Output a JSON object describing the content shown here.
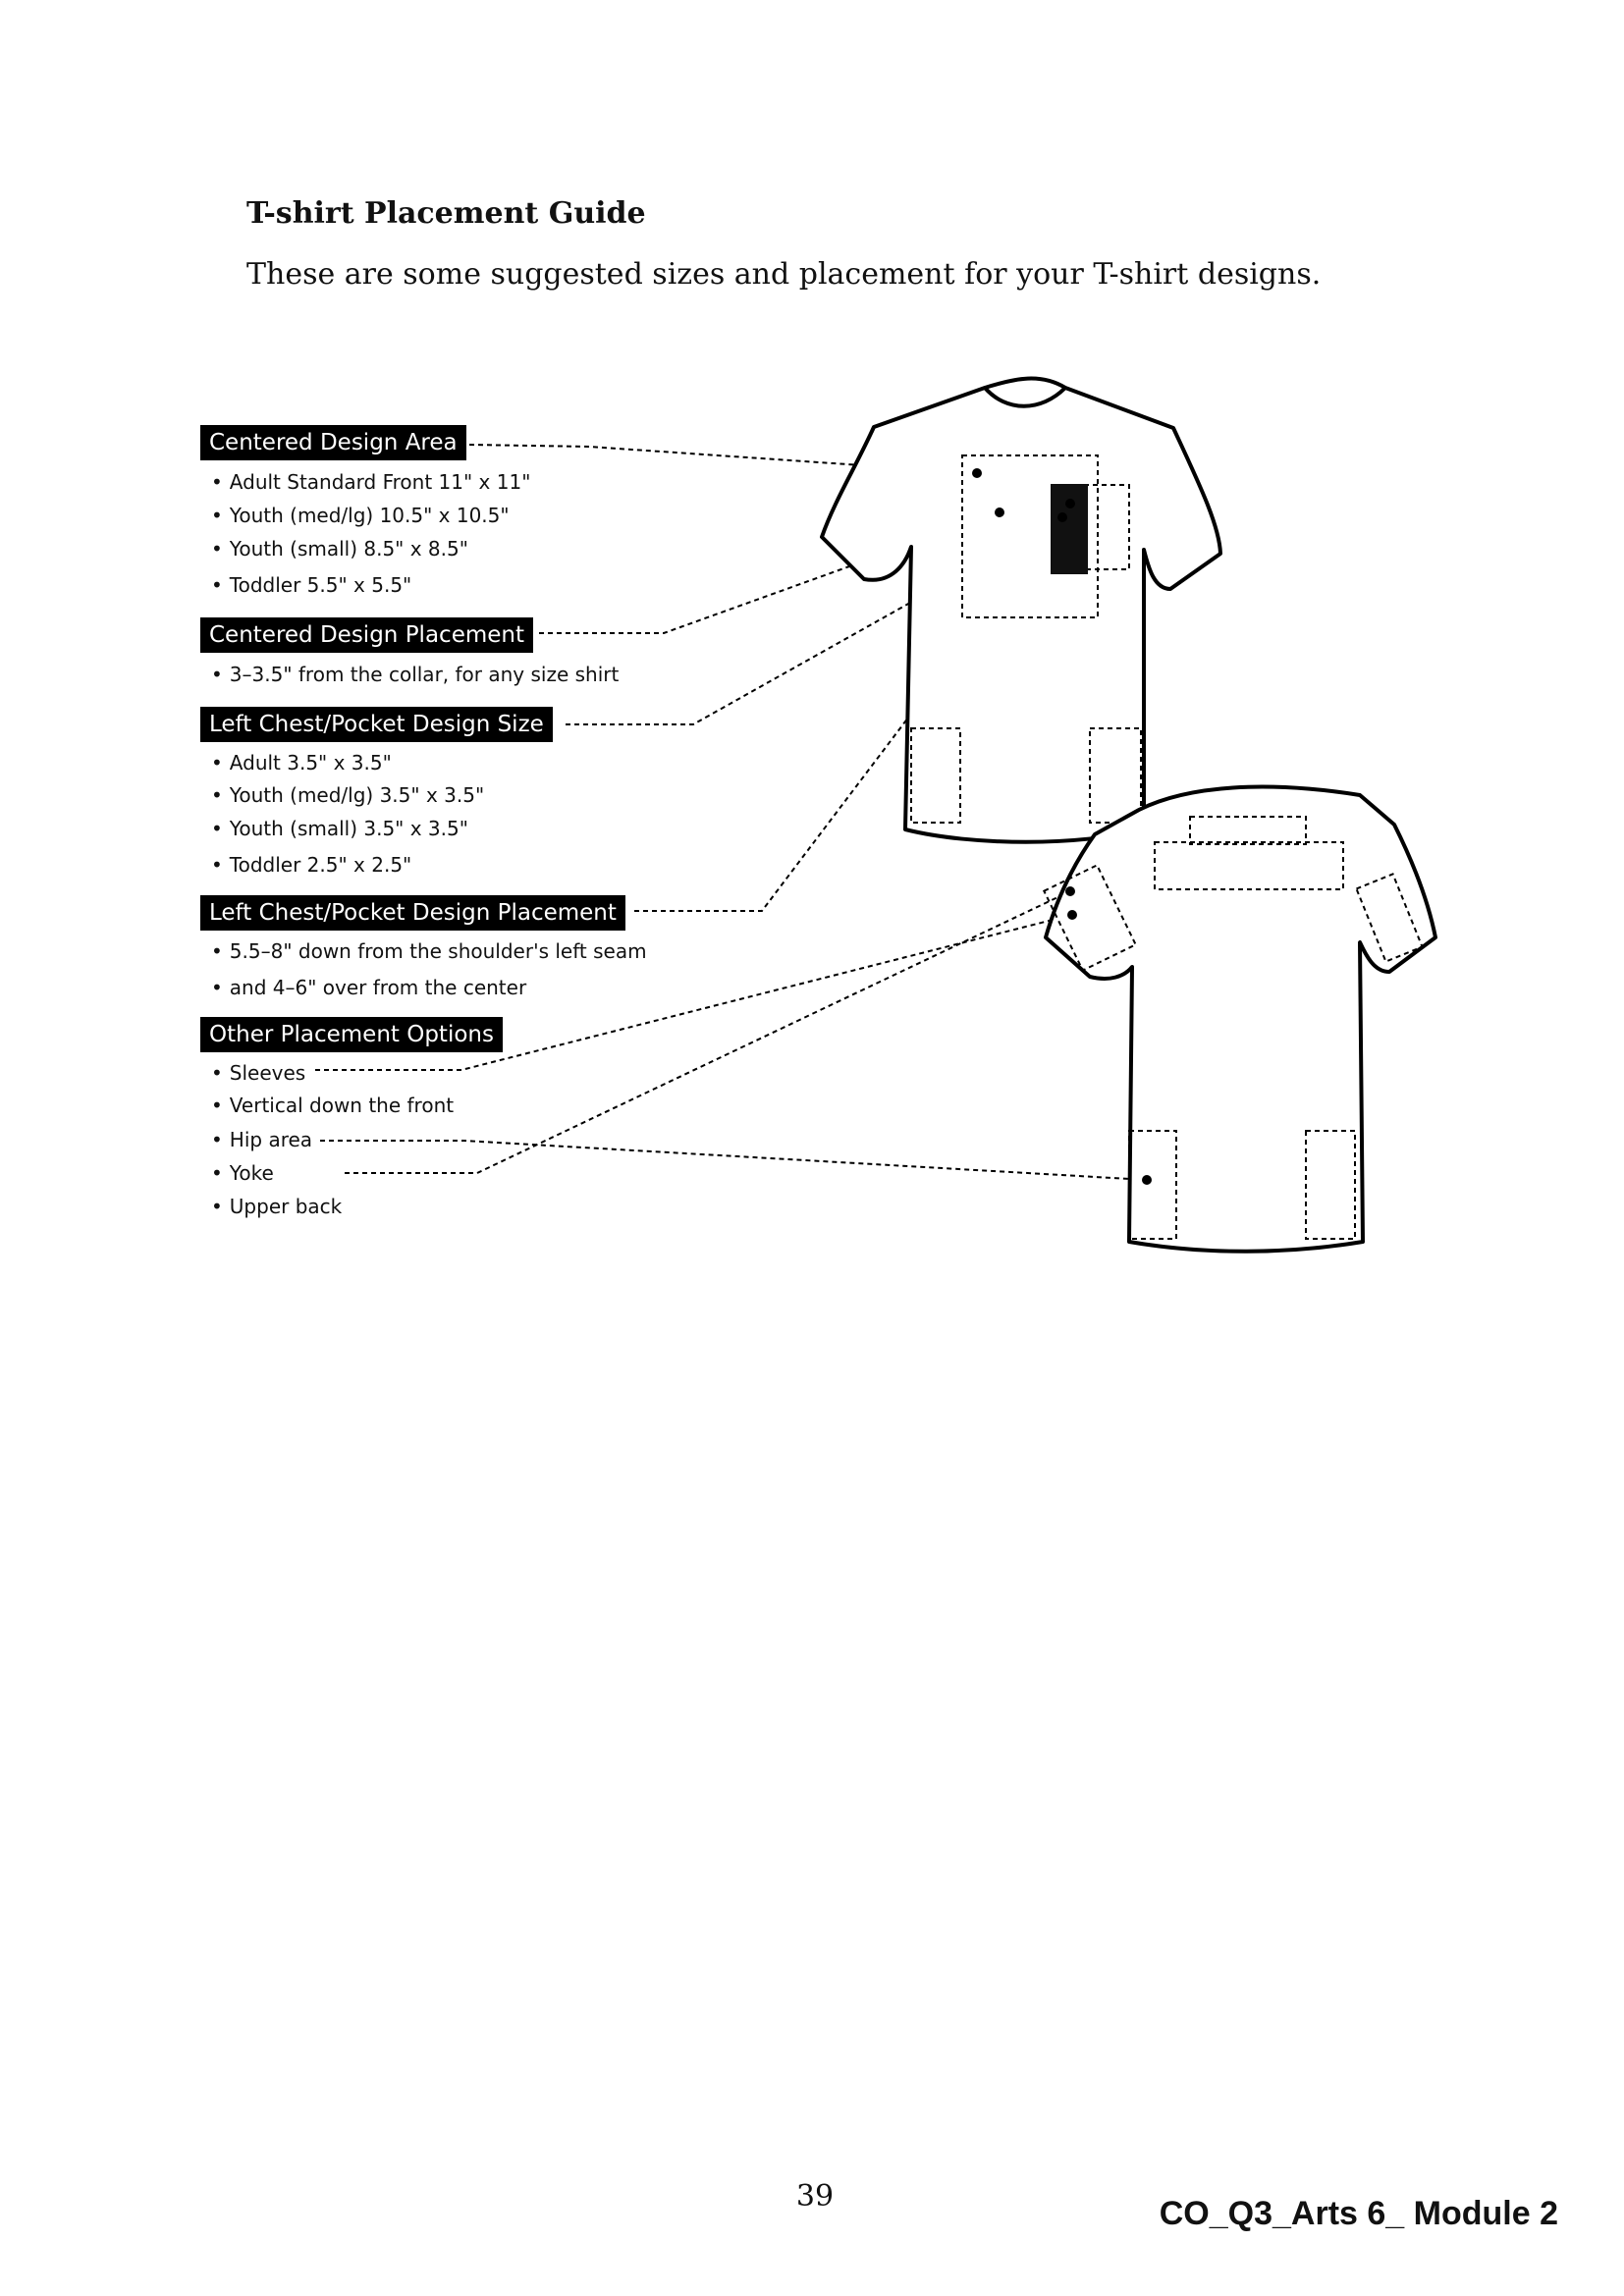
{
  "document": {
    "heading": "T-shirt Placement Guide",
    "intro": "These are some suggested sizes and placement for your T-shirt designs."
  },
  "guide": {
    "centered_area": {
      "title": "Centered Design Area",
      "items": [
        "Adult Standard Front 11\" x 11\"",
        "Youth (med/lg) 10.5\" x 10.5\"",
        "Youth (small) 8.5\" x 8.5\"",
        "Toddler 5.5\" x 5.5\""
      ]
    },
    "centered_placement": {
      "title": "Centered Design Placement",
      "items": [
        "3–3.5\" from the collar, for any size shirt"
      ]
    },
    "chest_size": {
      "title": "Left Chest/Pocket Design Size",
      "items": [
        "Adult 3.5\" x 3.5\"",
        "Youth (med/lg) 3.5\" x 3.5\"",
        "Youth (small) 3.5\" x 3.5\"",
        "Toddler 2.5\" x 2.5\""
      ]
    },
    "chest_placement": {
      "title": "Left Chest/Pocket Design Placement",
      "items": [
        "5.5–8\" down from the shoulder's left seam",
        "and 4–6\" over from the center"
      ]
    },
    "other_options": {
      "title": "Other Placement Options",
      "items": [
        "Sleeves",
        "Vertical down the front",
        "Hip area",
        "Yoke",
        "Upper back"
      ]
    }
  },
  "icons": {
    "front_shirt": "t-shirt-front-outline-icon",
    "back_shirt": "t-shirt-back-outline-icon"
  },
  "footer": {
    "page_number": "39",
    "module_code": "CO_Q3_Arts 6_ Module 2"
  }
}
